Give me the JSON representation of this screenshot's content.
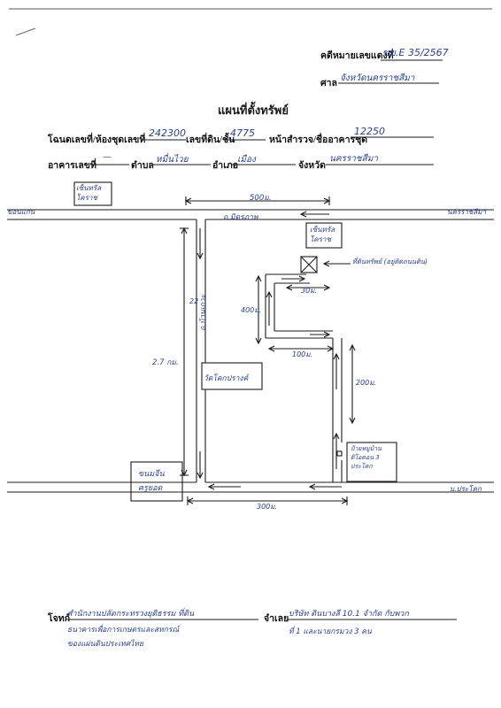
{
  "header": {
    "case_label": "คดีหมายเลขแดงที่",
    "case_value": "ขข.E 35/2567",
    "court_label": "ศาล",
    "court_value": "จังหวัดนครราชสีมา",
    "title": "แผนที่ตั้งทรัพย์"
  },
  "deed_row": {
    "deed_label": "โฉนดเลขที่/ห้องชุดเลขที่",
    "deed_value": "242300",
    "land_no_label": "เลขที่ดิน/ชั้น",
    "land_no_value": "4775",
    "survey_label": "หน้าสำรวจ/ชื่ออาคารชุด",
    "survey_value": "12250"
  },
  "location_row": {
    "building_label": "อาคารเลขที่",
    "building_value": "—",
    "subdistrict_label": "ตำบล",
    "subdistrict_value": "หมื่นไวย",
    "district_label": "อำเภอ",
    "district_value": "เมือง",
    "province_label": "จังหวัด",
    "province_value": "นครราชสีมา"
  },
  "map": {
    "box_top_left": [
      "เซ็นทรัล",
      "โคราช"
    ],
    "road_left": "ขอนแก่น",
    "road_right": "นครราชสีมา",
    "dist_top": "500ม.",
    "road_mittraphap": "ถ.มิตรภาพ",
    "box_top_right": [
      "เซ็นทรัล",
      "โคราช"
    ],
    "label_near_x": "ที่ดินทรัพย์ (อยู่ติดถนนดิน)",
    "dist_30": "30ม.",
    "dist_400": "400ม.",
    "dist_100": "100ม.",
    "dist_2_7": "2.7 กม.",
    "road_vertical": "ถ.บ้านเกาะ",
    "road_vertical_num": "22",
    "temple": "วัดโคกปรางค์",
    "dist_200": "200ม.",
    "village_sign": [
      "ป้ายหมู่บ้าน",
      "ดิโอดอน 3",
      "ประโคก"
    ],
    "box_bottom_left": [
      "ขนมจีน",
      "ครูยอด"
    ],
    "road_bottom_right": "บ.ประโคก",
    "dist_300": "300ม."
  },
  "footer": {
    "plaintiff_label": "โจทก์",
    "plaintiff_value": "สำนักงานปลัดกระทรวงยุติธรรม ที่ดิน",
    "plaintiff_line2": "ธนาคารเพื่อการเกษตรและสหกรณ์",
    "plaintiff_line3": "ของแผ่นดินประเทศไทย",
    "defendant_label": "จำเลย",
    "defendant_value": "บริษัท ดินบางลี 10.1 จำกัด กับพวก",
    "defendant_line2": "ที่ 1 และนายกรมวง 3 คน"
  }
}
